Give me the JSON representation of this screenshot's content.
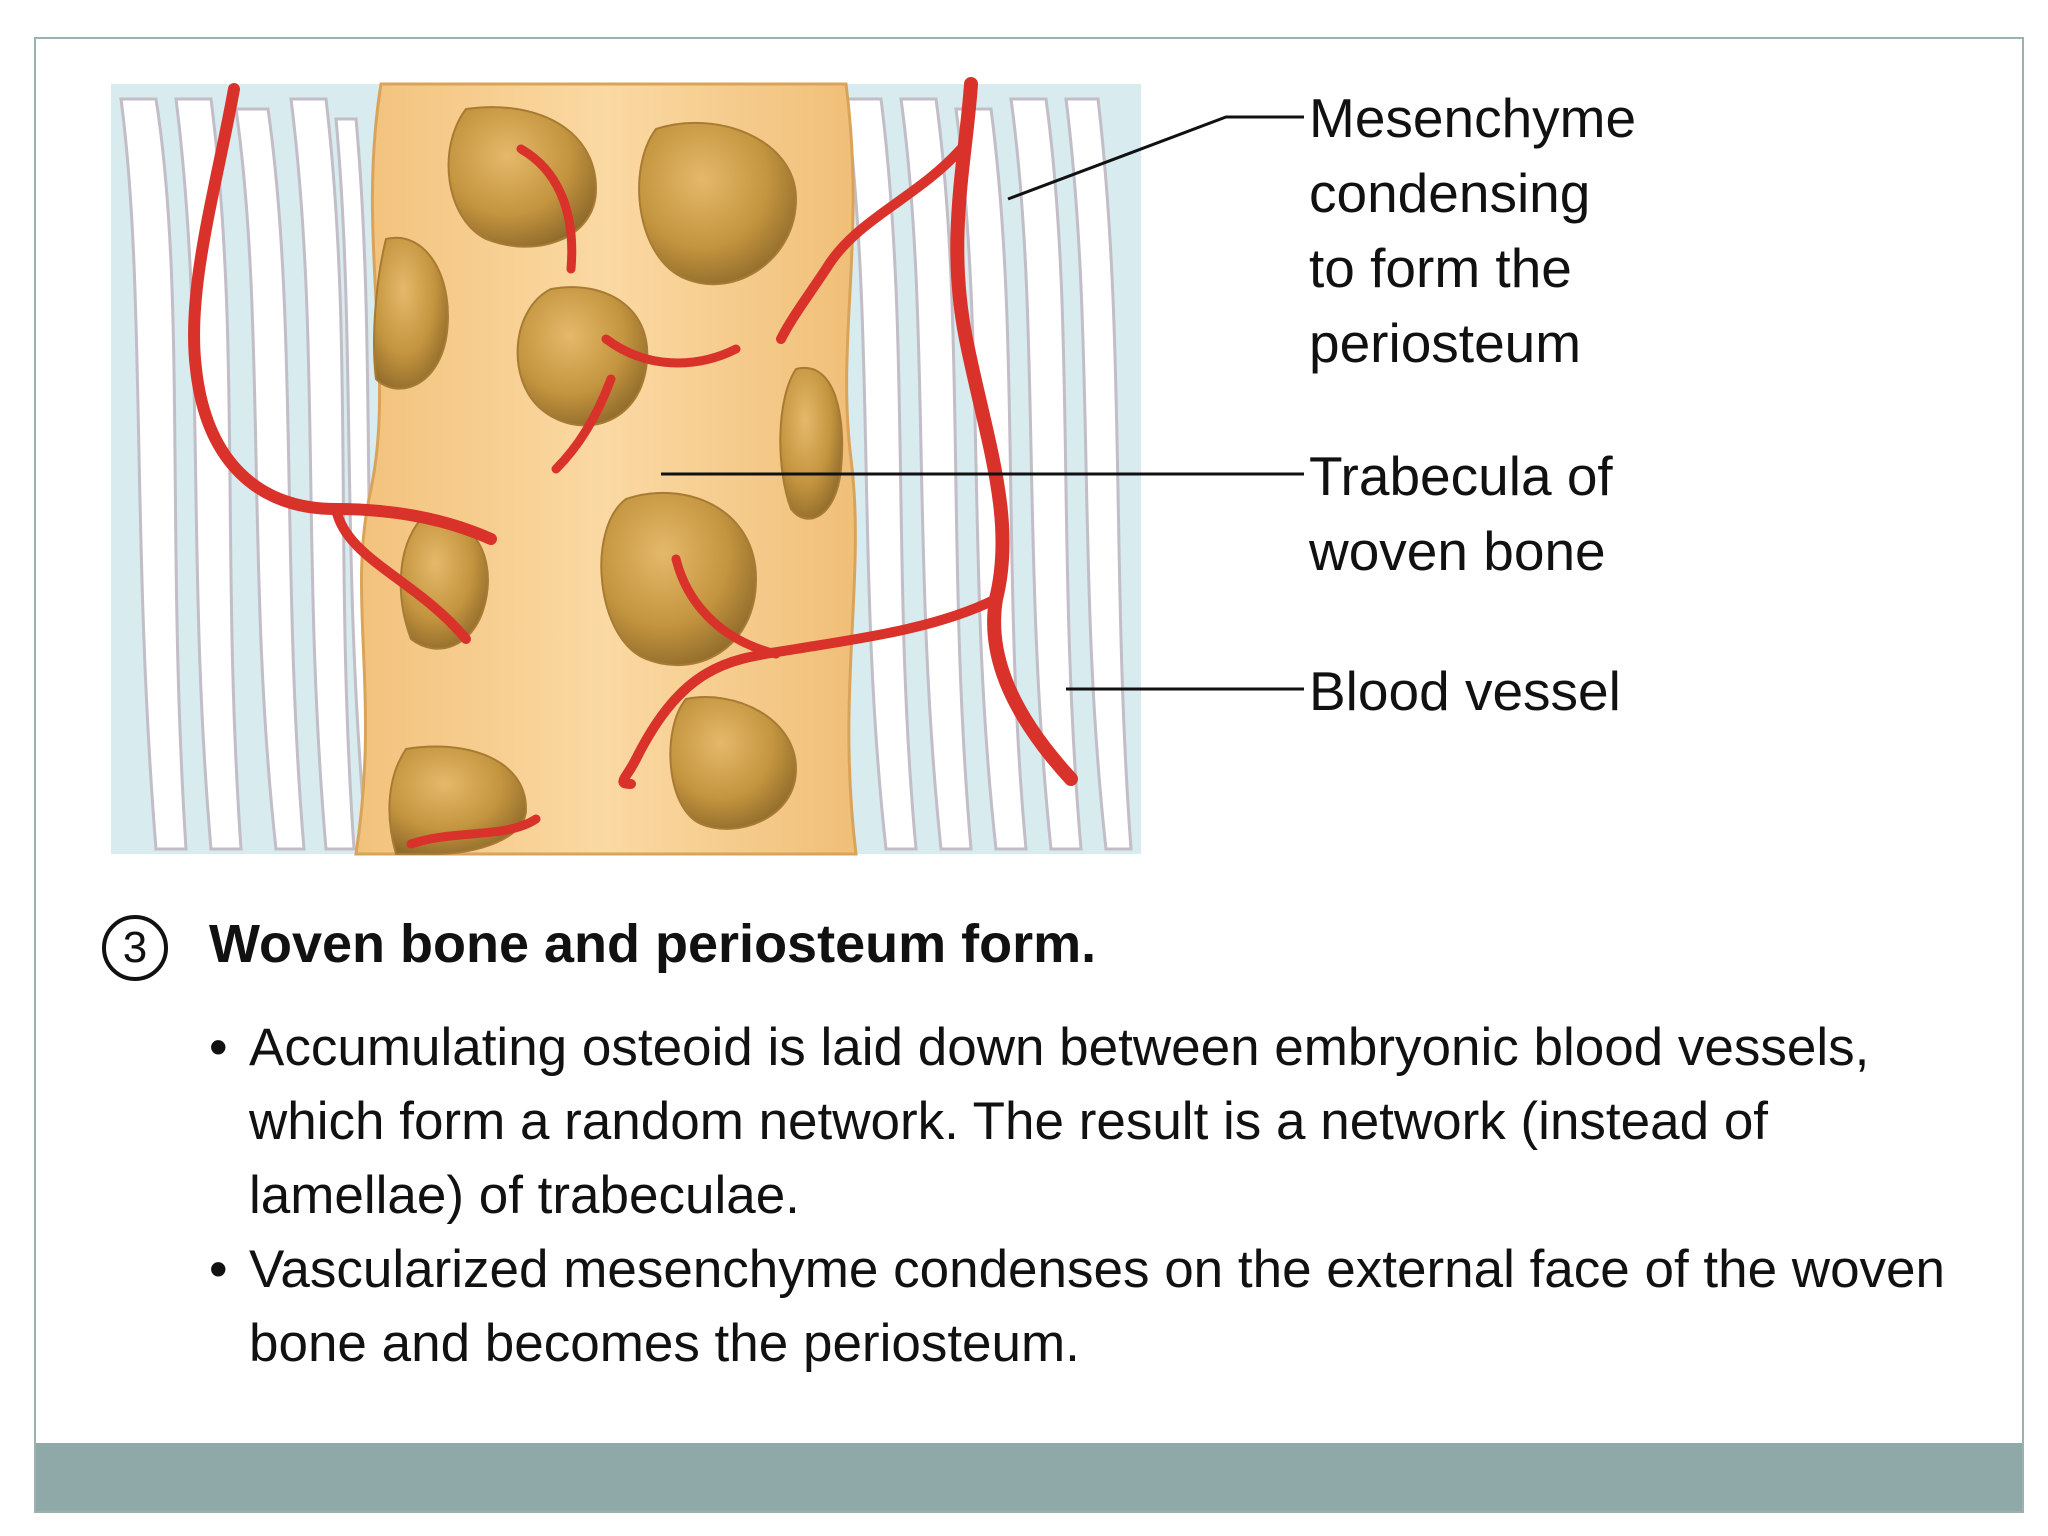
{
  "labels": {
    "mesenchyme": "Mesenchyme\ncondensing\nto form the\nperiosteum",
    "trabecula": "Trabecula of\nwoven bone",
    "blood_vessel": "Blood vessel"
  },
  "step": {
    "number": "3",
    "title": "Woven bone and periosteum form."
  },
  "bullets": [
    "Accumulating osteoid is laid down between embryonic blood vessels, which form a random network. The result is a network (instead of lamellae) of trabeculae.",
    "Vascularized mesenchyme condenses on the external face of the woven bone and becomes the periosteum."
  ],
  "colors": {
    "border": "#9cb1b1",
    "footer_bar": "#8fa9a9",
    "bone": "#f7cf92",
    "bone_cavity": "#b88a3c",
    "vessel": "#d9322a",
    "mesenchyme_bg": "#d8ebef",
    "fibers": "#c7c3c9"
  }
}
